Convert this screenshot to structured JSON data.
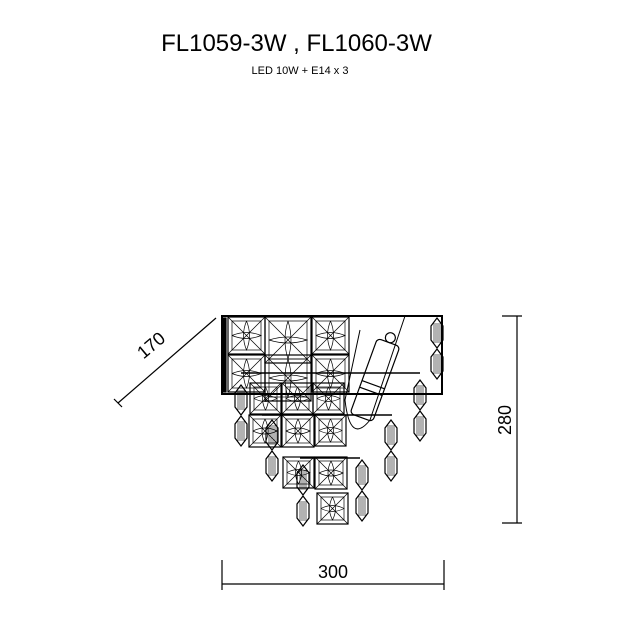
{
  "title": "FL1059-3W , FL1060-3W",
  "subtitle": "LED 10W + E14 x 3",
  "dimensions": {
    "depth": "170",
    "height": "280",
    "width": "300"
  }
}
